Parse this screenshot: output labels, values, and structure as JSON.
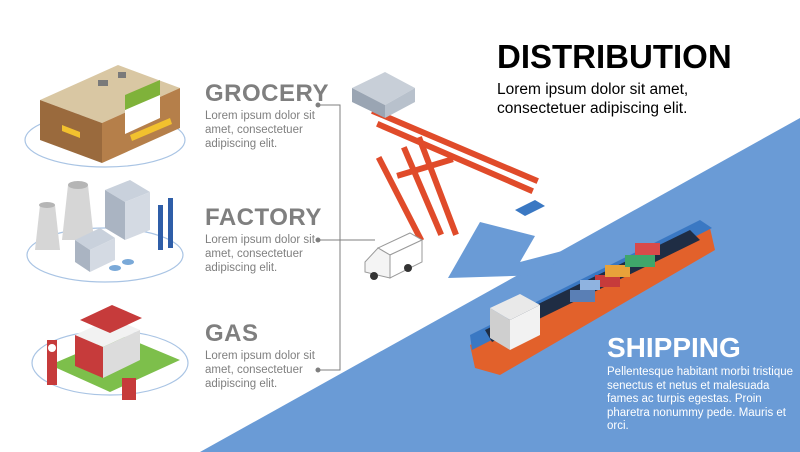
{
  "categories": [
    {
      "title": "GROCERY",
      "body": "Lorem ipsum dolor sit amet, consectetuer adipiscing elit."
    },
    {
      "title": "FACTORY",
      "body": "Lorem ipsum dolor sit amet, consectetuer adipiscing elit."
    },
    {
      "title": "GAS",
      "body": "Lorem ipsum dolor sit amet, consectetuer adipiscing elit."
    }
  ],
  "distribution": {
    "title": "DISTRIBUTION",
    "body": "Lorem ipsum dolor sit amet, consectetuer adipiscing elit."
  },
  "shipping": {
    "title": "SHIPPING",
    "body": "Pellentesque habitant morbi tristique senectus et netus et malesuada fames ac turpis egestas. Proin pharetra nonummy pede. Mauris et orci."
  },
  "colors": {
    "blue_band": "#6a9bd6",
    "category_text": "#7f7f7f",
    "crane_red": "#e04b2a",
    "ship_hull_blue": "#3a78c3",
    "ship_hull_orange": "#e2612b"
  }
}
